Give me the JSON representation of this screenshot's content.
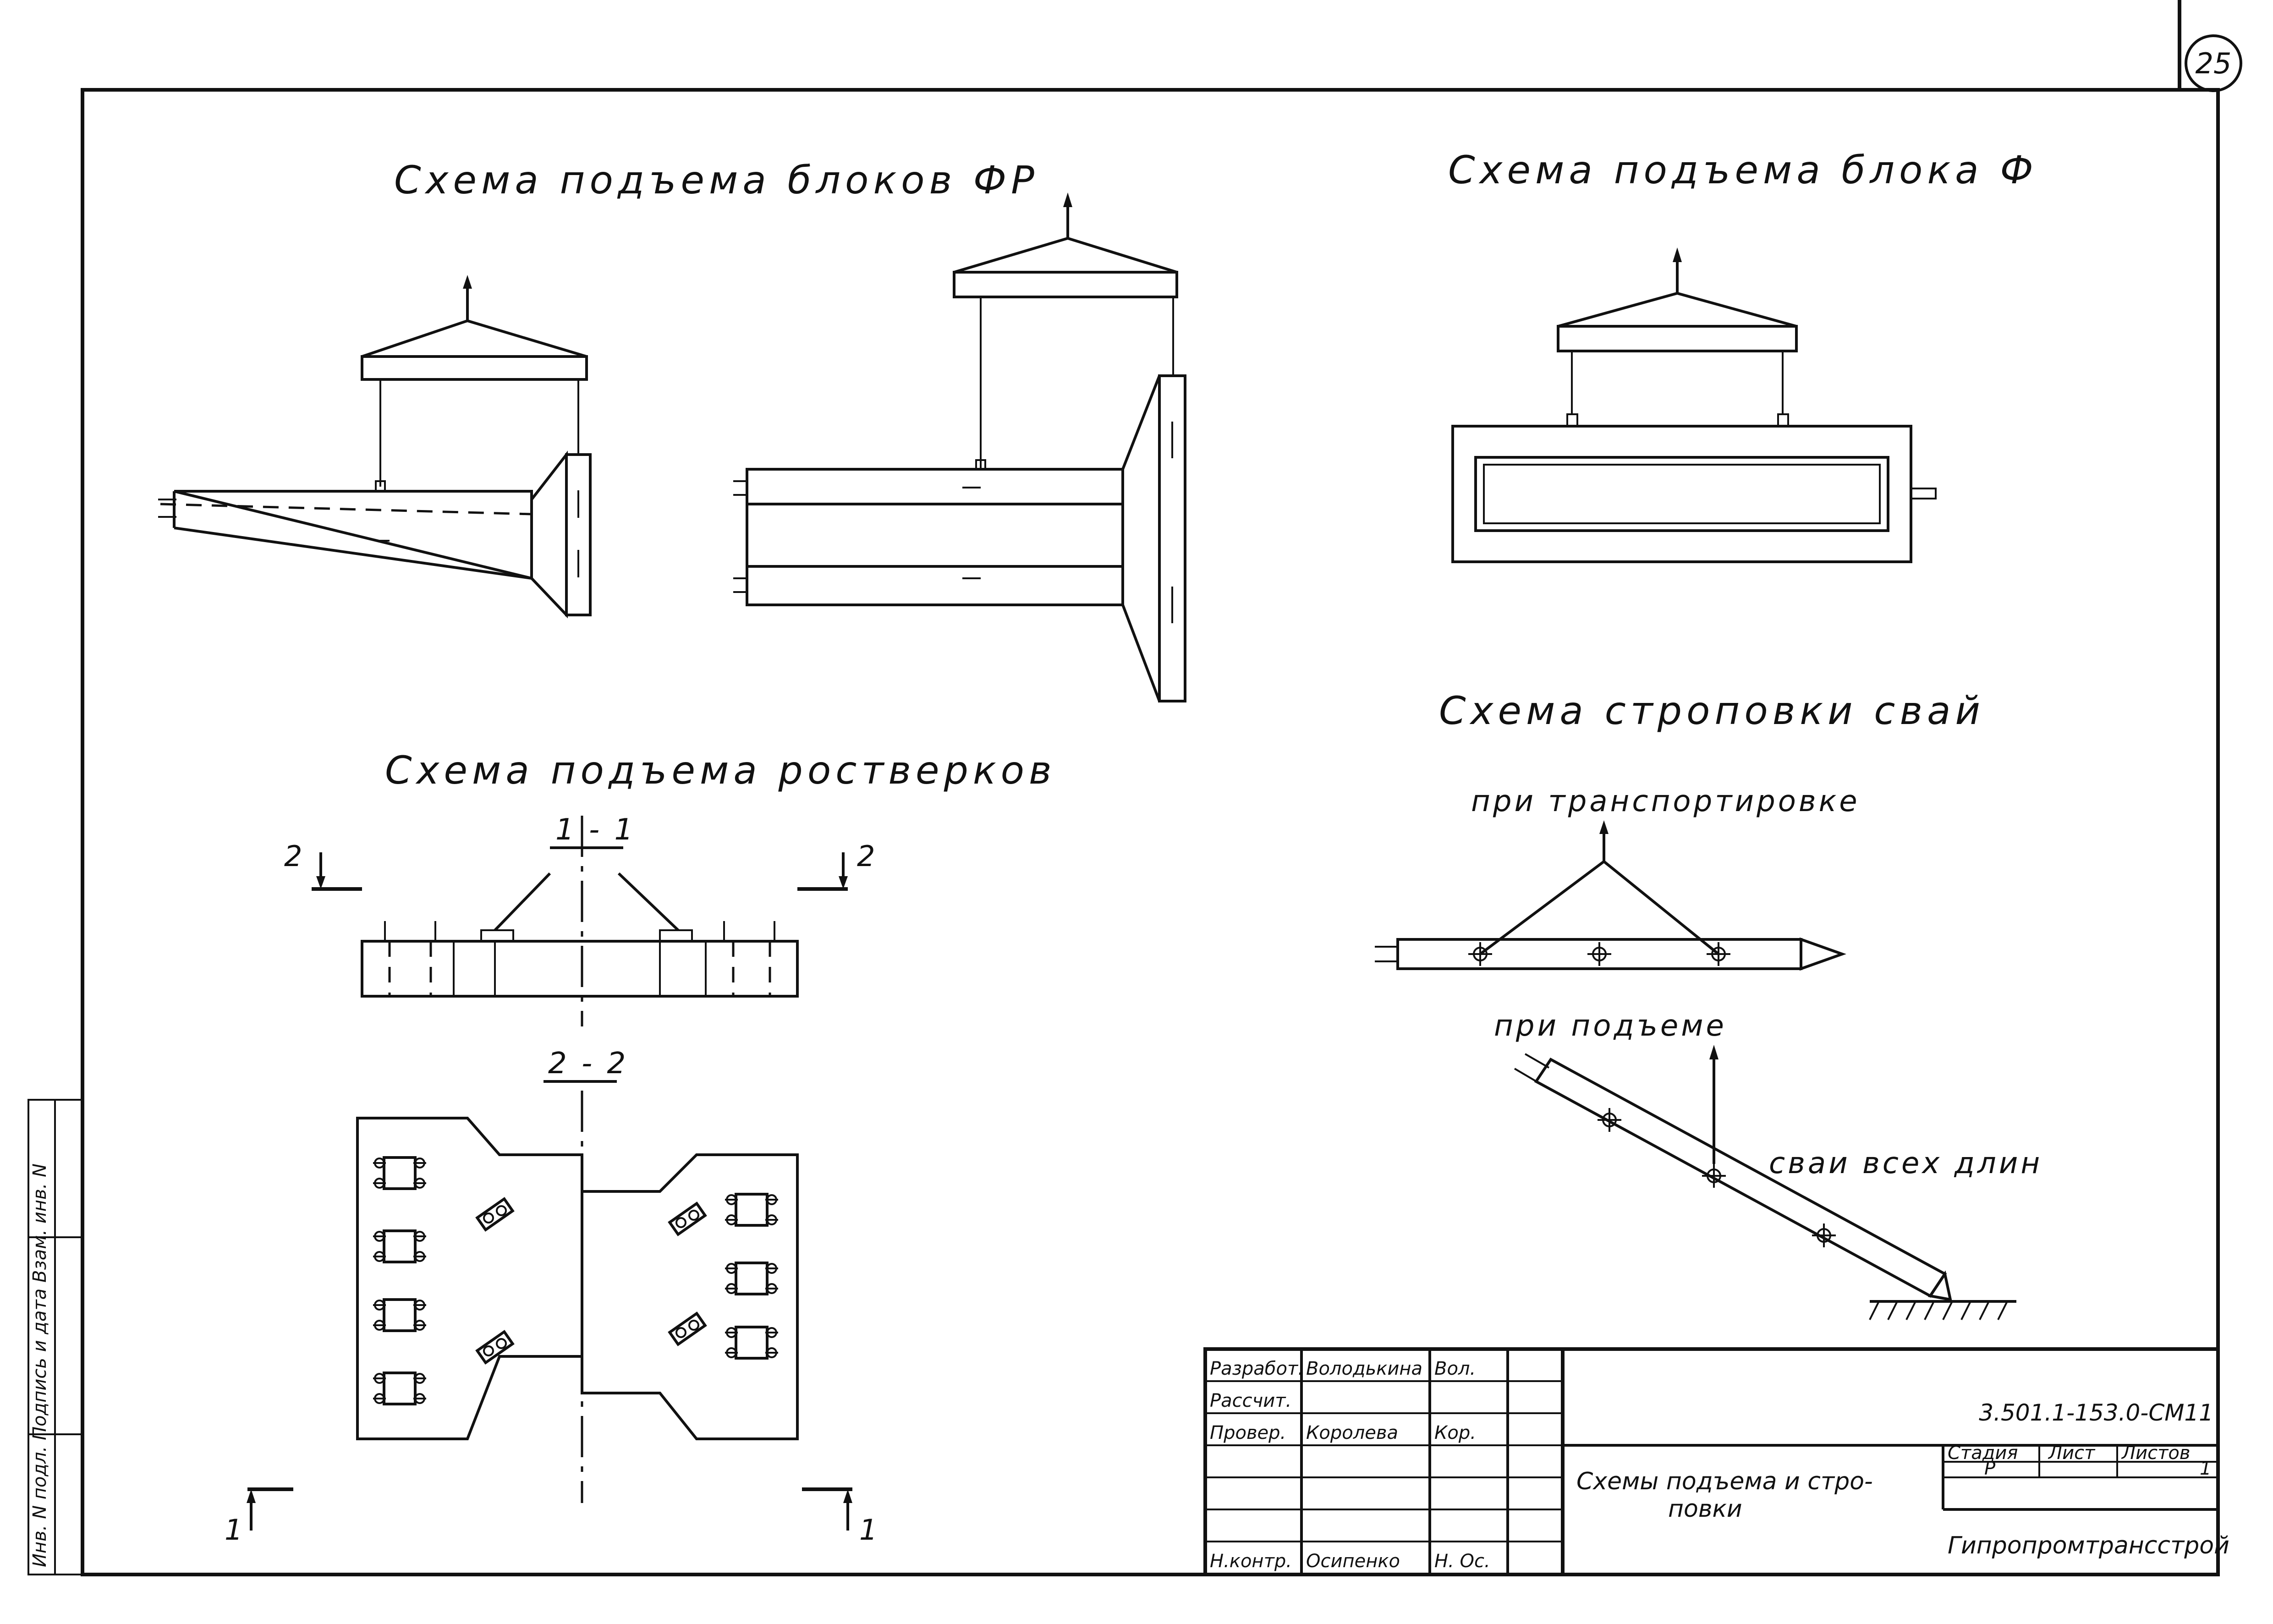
{
  "sheet_number": "25",
  "titles": {
    "fr_blocks": "Схема подъема блоков ФР",
    "f_block": "Схема подъема блока Ф",
    "grillage": "Схема подъема ростверков",
    "pile_slinging": "Схема строповки свай"
  },
  "grillage_sections": {
    "section_1": "1 - 1",
    "section_2": "2 - 2",
    "mark_2": "2",
    "mark_1": "1"
  },
  "pile_notes": {
    "transport": "при транспортировке",
    "lifting": "при подъеме",
    "all_lengths": "сваи всех длин"
  },
  "margin_stamp": "Инв. N подл. Подпись и дата Взам. инв. N",
  "title_block": {
    "rows": [
      {
        "role": "Разработ.",
        "name": "Володькина",
        "sign": "Вол."
      },
      {
        "role": "Рассчит.",
        "name": "",
        "sign": ""
      },
      {
        "role": "Провер.",
        "name": "Королева",
        "sign": "Кор."
      },
      {
        "role": "",
        "name": "",
        "sign": ""
      },
      {
        "role": "",
        "name": "",
        "sign": ""
      },
      {
        "role": "",
        "name": "",
        "sign": ""
      },
      {
        "role": "Н.контр.",
        "name": "Осипенко",
        "sign": "Н. Ос."
      }
    ],
    "doc_code": "3.501.1-153.0-СМ11",
    "sheet_title_line1": "Схемы подъема и стро-",
    "sheet_title_line2": "повки",
    "stage_header": "Стадия",
    "sheet_header": "Лист",
    "sheets_header": "Листов",
    "stage_value": "Р",
    "sheet_value": "",
    "sheets_value": "1",
    "organization": "Гипропромтрансстрой"
  }
}
